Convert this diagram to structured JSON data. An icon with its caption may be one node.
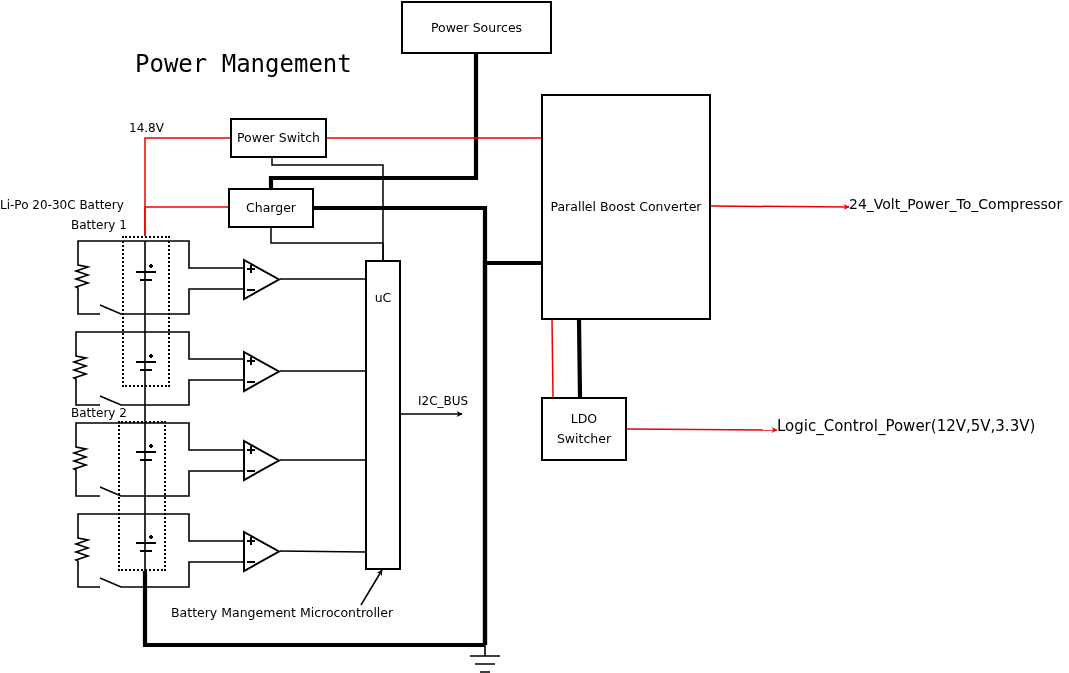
{
  "diagram": {
    "title": "Power Mangement",
    "nodes": [
      {
        "text": [
          "Power Sources"
        ]
      },
      {
        "text": [
          "Power Switch"
        ]
      },
      {
        "text": [
          "Charger"
        ]
      },
      {
        "text": [
          "Parallel Boost Converter"
        ]
      },
      {
        "text": [
          "uC"
        ]
      },
      {
        "text": [
          "LDO Switcher"
        ]
      },
      {
        "text": [
          "24_Volt_Power_To_Compressor"
        ]
      },
      {
        "text": [
          "Logic_Control_Power(12V,5V,3.3V)"
        ]
      },
      {
        "text": [
          "Battery Mangement Microcontroller"
        ]
      },
      {
        "text": [
          "Battery 1"
        ]
      },
      {
        "text": [
          "Battery 2"
        ]
      },
      {
        "text": [],
        "shape": "triangle"
      },
      {
        "text": [],
        "shape": "triangle"
      },
      {
        "text": [],
        "shape": "triangle"
      },
      {
        "text": [],
        "shape": "triangle"
      },
      {
        "text": [],
        "shape": "ground"
      }
    ],
    "edges": [
      {
        "from": 0,
        "to": 2,
        "arrow": "none",
        "style": "thick"
      },
      {
        "from": 9,
        "to": 1,
        "arrow": "none",
        "color": "#ee0000"
      },
      {
        "from": 9,
        "to": 2,
        "arrow": "none",
        "color": "#ee0000"
      },
      {
        "from": 1,
        "to": 3,
        "arrow": "none",
        "color": "#ee0000"
      },
      {
        "from": 1,
        "to": 4,
        "arrow": "none"
      },
      {
        "from": 2,
        "to": 4,
        "arrow": "none"
      },
      {
        "from": 2,
        "to": 15,
        "arrow": "none",
        "style": "thick"
      },
      {
        "from": 3,
        "to": 15,
        "arrow": "none",
        "style": "thick"
      },
      {
        "from": 10,
        "to": 15,
        "arrow": "none",
        "style": "thick"
      },
      {
        "from": 3,
        "to": 6,
        "arrow": "to",
        "color": "#ee0000"
      },
      {
        "from": 3,
        "to": 5,
        "arrow": "none",
        "color": "#ee0000"
      },
      {
        "from": 3,
        "to": 5,
        "arrow": "none",
        "style": "thick"
      },
      {
        "from": 5,
        "to": 7,
        "arrow": "to",
        "color": "#ee0000"
      },
      {
        "from": 4,
        "to": null,
        "arrow": "to",
        "label": "I2C_BUS"
      },
      {
        "from": 8,
        "to": 4,
        "arrow": "to"
      },
      {
        "from": 11,
        "to": 4,
        "arrow": "none"
      },
      {
        "from": 12,
        "to": 4,
        "arrow": "none"
      },
      {
        "from": 13,
        "to": 4,
        "arrow": "none"
      },
      {
        "from": 14,
        "to": 4,
        "arrow": "none"
      }
    ],
    "labels": [
      "14.8V",
      "Li-Po 20-30C Battery"
    ]
  }
}
